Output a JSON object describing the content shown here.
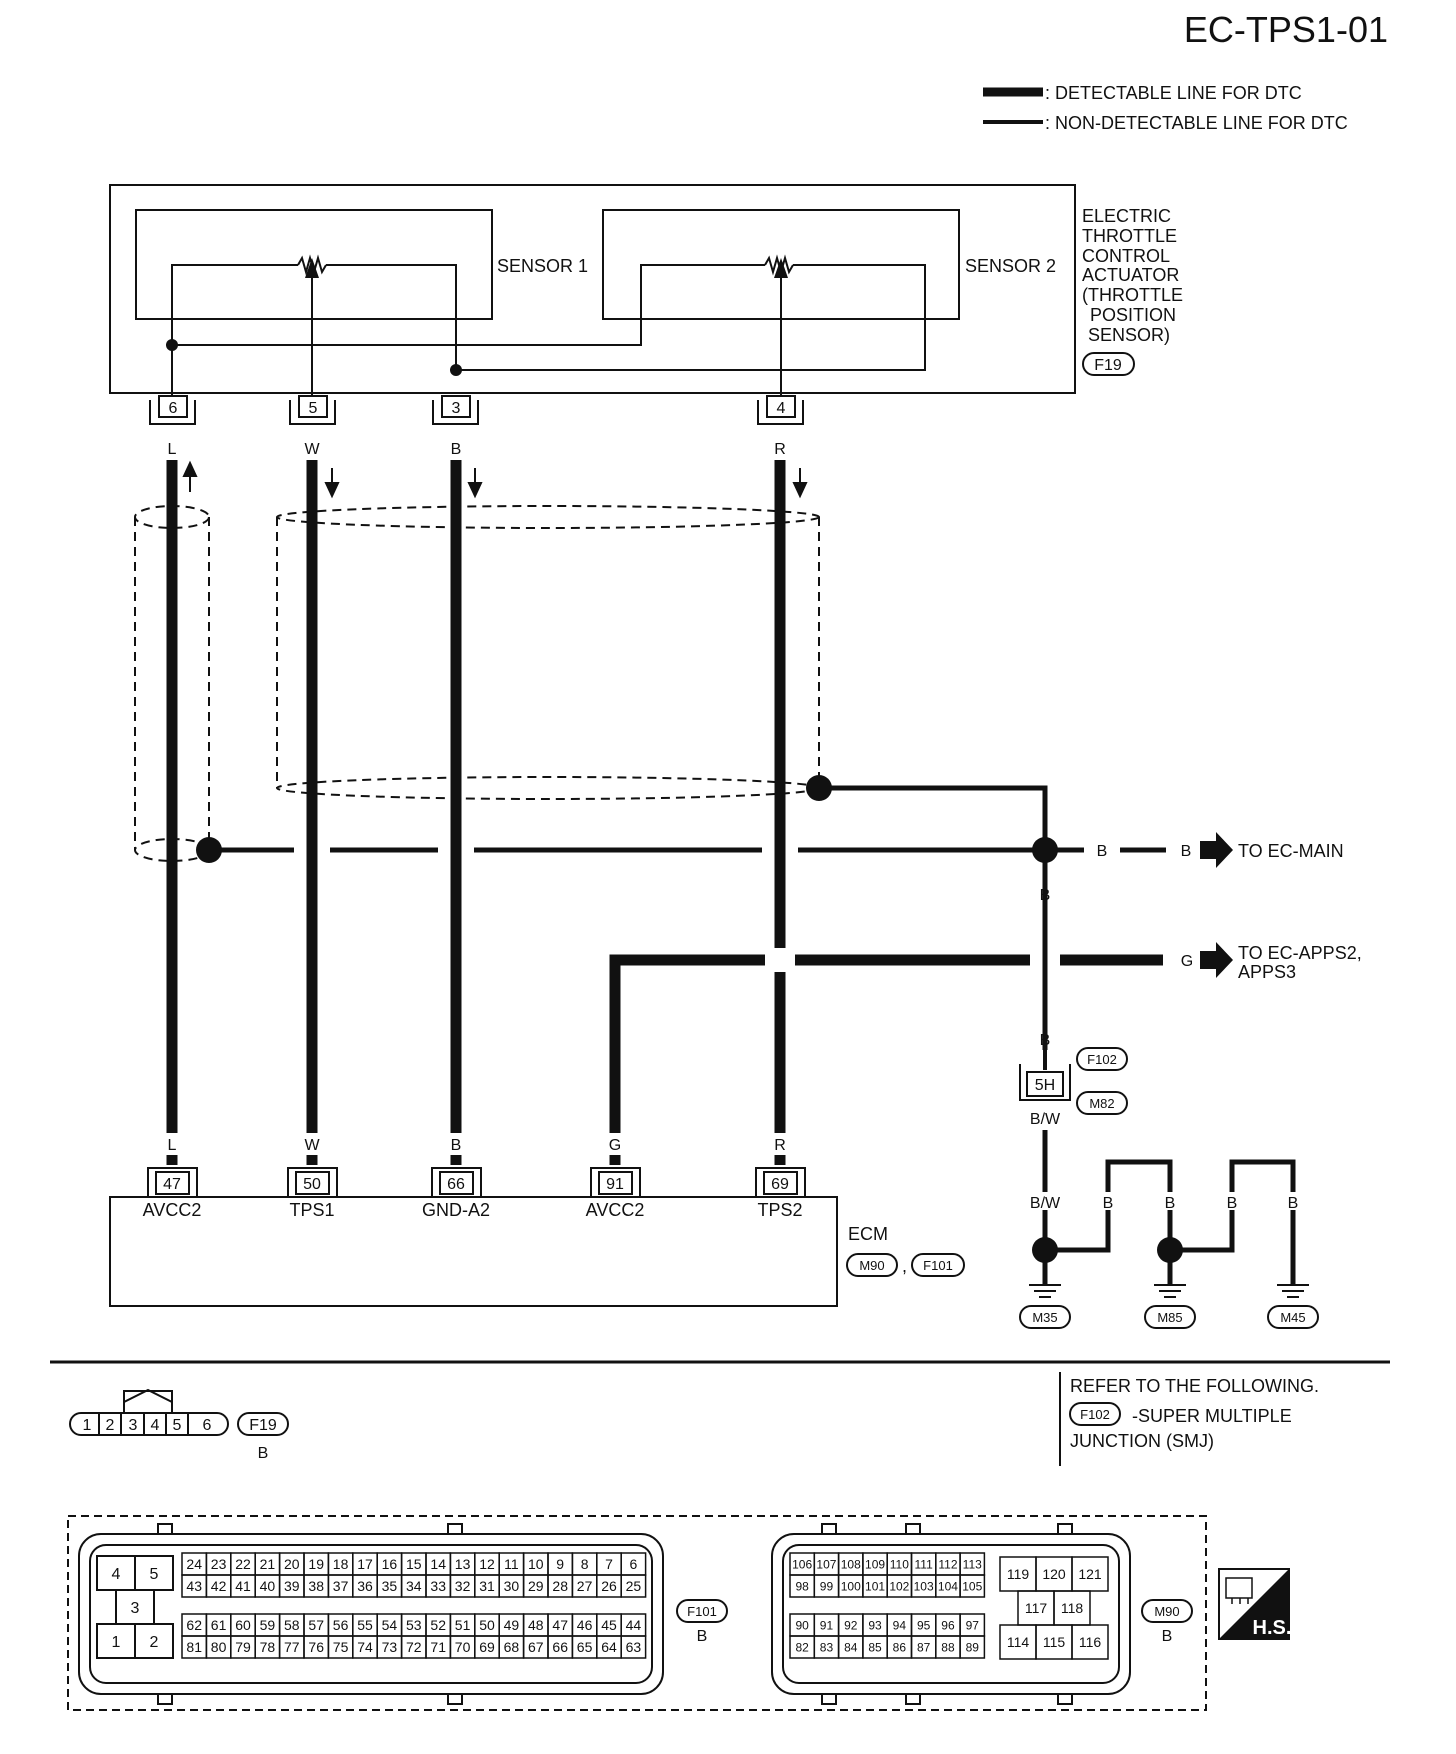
{
  "page_title": "EC-TPS1-01",
  "legend": {
    "detectable": ": DETECTABLE LINE FOR DTC",
    "non_detectable": ": NON-DETECTABLE LINE FOR DTC"
  },
  "actuator": {
    "label_lines": [
      "ELECTRIC",
      "THROTTLE",
      "CONTROL",
      "ACTUATOR",
      "(THROTTLE",
      "POSITION",
      "SENSOR)"
    ],
    "connector": "F19",
    "sensor1": "SENSOR 1",
    "sensor2": "SENSOR 2",
    "pins": [
      "6",
      "5",
      "3",
      "4"
    ]
  },
  "top_wire_colors": [
    "L",
    "W",
    "B",
    "R"
  ],
  "bottom_wire_colors": [
    "L",
    "W",
    "B",
    "G",
    "R"
  ],
  "ecm": {
    "label": "ECM",
    "connectors": [
      "M90",
      "F101"
    ],
    "comma": ",",
    "pins": [
      {
        "num": "47",
        "name": "AVCC2"
      },
      {
        "num": "50",
        "name": "TPS1"
      },
      {
        "num": "66",
        "name": "GND-A2"
      },
      {
        "num": "91",
        "name": "AVCC2"
      },
      {
        "num": "69",
        "name": "TPS2"
      }
    ]
  },
  "ground_bus": {
    "b1": "B",
    "b2": "B",
    "b_vert": "B",
    "to_main": "TO EC-MAIN",
    "g": "G",
    "to_apps_lines": [
      "TO EC-APPS2,",
      "APPS3"
    ]
  },
  "joint": {
    "b_above": "B",
    "pin": "5H",
    "bw_below": "B/W",
    "connectors": [
      "F102",
      "M82"
    ]
  },
  "grounds": {
    "labels": [
      "B/W",
      "B",
      "B",
      "B",
      "B"
    ],
    "connectors": [
      "M35",
      "M85",
      "M45"
    ]
  },
  "f19_connector": {
    "pins": [
      "1",
      "2",
      "3",
      "4",
      "5",
      "6"
    ],
    "code": "F19",
    "color": "B"
  },
  "refer": {
    "heading": "REFER TO THE FOLLOWING.",
    "connector": "F102",
    "text1": "-SUPER MULTIPLE",
    "text2": "JUNCTION (SMJ)"
  },
  "f101_connector": {
    "code": "F101",
    "color": "B",
    "block_pins": [
      "4",
      "5",
      "3",
      "1",
      "2"
    ],
    "rows": [
      [
        "24",
        "23",
        "22",
        "21",
        "20",
        "19",
        "18",
        "17",
        "16",
        "15",
        "14",
        "13",
        "12",
        "11",
        "10",
        "9",
        "8",
        "7",
        "6"
      ],
      [
        "43",
        "42",
        "41",
        "40",
        "39",
        "38",
        "37",
        "36",
        "35",
        "34",
        "33",
        "32",
        "31",
        "30",
        "29",
        "28",
        "27",
        "26",
        "25"
      ],
      [
        "62",
        "61",
        "60",
        "59",
        "58",
        "57",
        "56",
        "55",
        "54",
        "53",
        "52",
        "51",
        "50",
        "49",
        "48",
        "47",
        "46",
        "45",
        "44"
      ],
      [
        "81",
        "80",
        "79",
        "78",
        "77",
        "76",
        "75",
        "74",
        "73",
        "72",
        "71",
        "70",
        "69",
        "68",
        "67",
        "66",
        "65",
        "64",
        "63"
      ]
    ]
  },
  "m90_connector": {
    "code": "M90",
    "color": "B",
    "rows": [
      [
        "106",
        "107",
        "108",
        "109",
        "110",
        "111",
        "112",
        "113"
      ],
      [
        "98",
        "99",
        "100",
        "101",
        "102",
        "103",
        "104",
        "105"
      ],
      [
        "90",
        "91",
        "92",
        "93",
        "94",
        "95",
        "96",
        "97"
      ],
      [
        "82",
        "83",
        "84",
        "85",
        "86",
        "87",
        "88",
        "89"
      ]
    ],
    "right_rows": [
      [
        "119",
        "120",
        "121"
      ],
      [
        "117",
        "118"
      ],
      [
        "114",
        "115",
        "116"
      ]
    ]
  },
  "hs_label": "H.S."
}
